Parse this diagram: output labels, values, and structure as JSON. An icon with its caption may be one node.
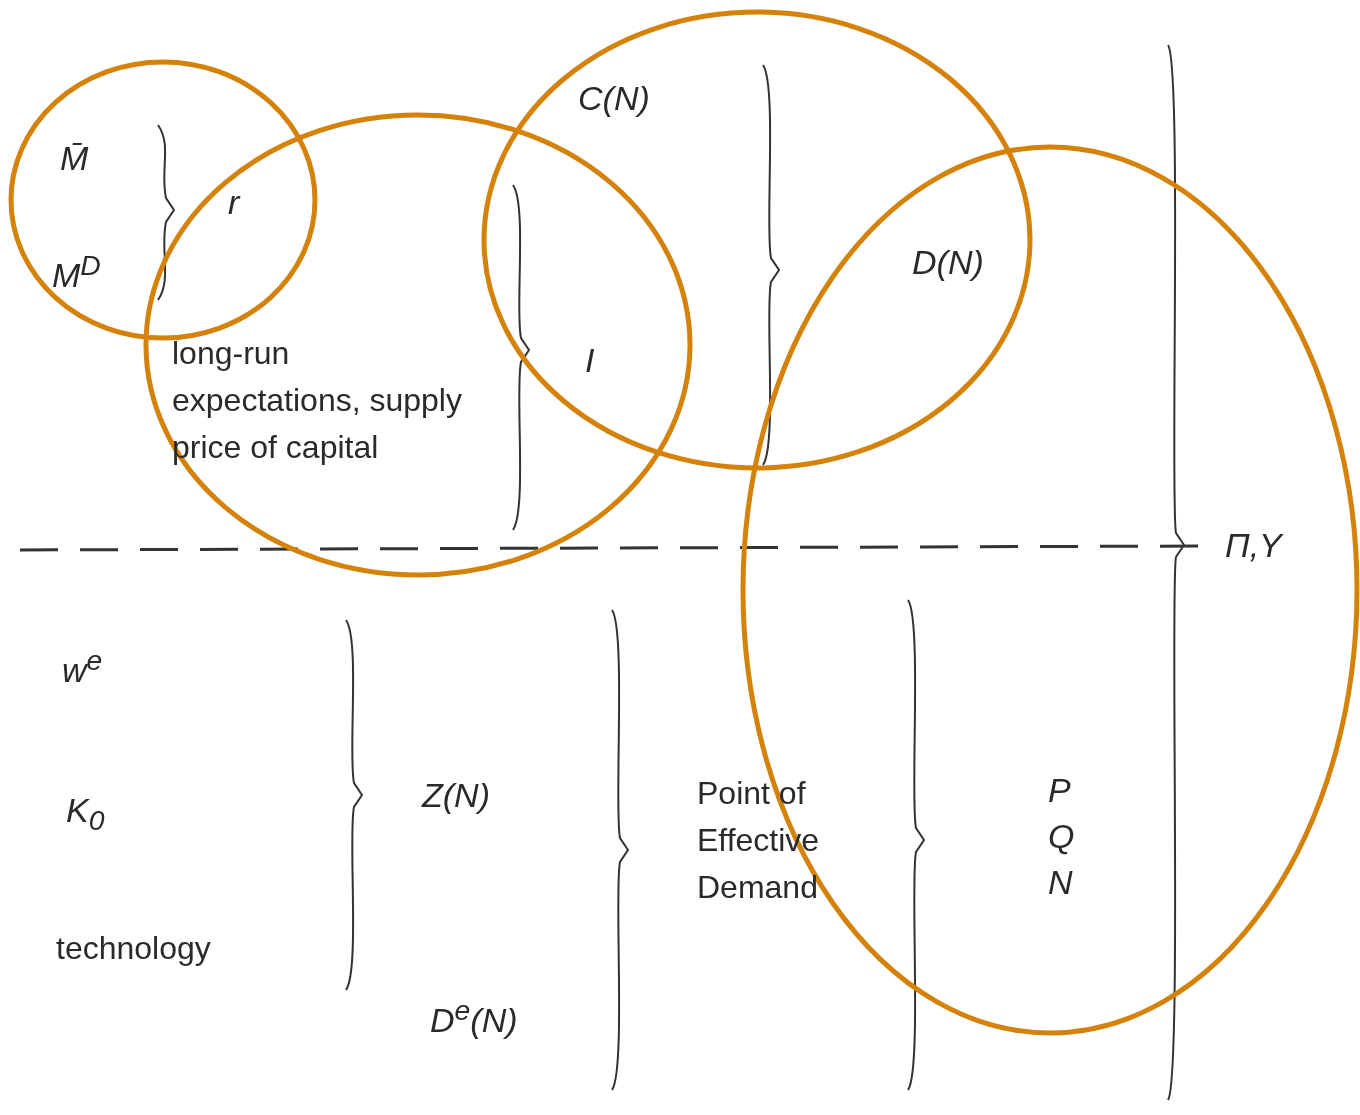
{
  "diagram": {
    "labels": [
      "C(N)",
      "M̄",
      "r",
      "D(N)",
      "M$^{D}$",
      "I",
      "long-run expectations, supply price of capital",
      "Π,Y",
      "w$^{e}$",
      "Z(N)",
      "Point of Effective Demand",
      "P",
      "Q",
      "N",
      "K$_{0}$",
      "technology",
      "D$^{e}$(N)"
    ]
  }
}
